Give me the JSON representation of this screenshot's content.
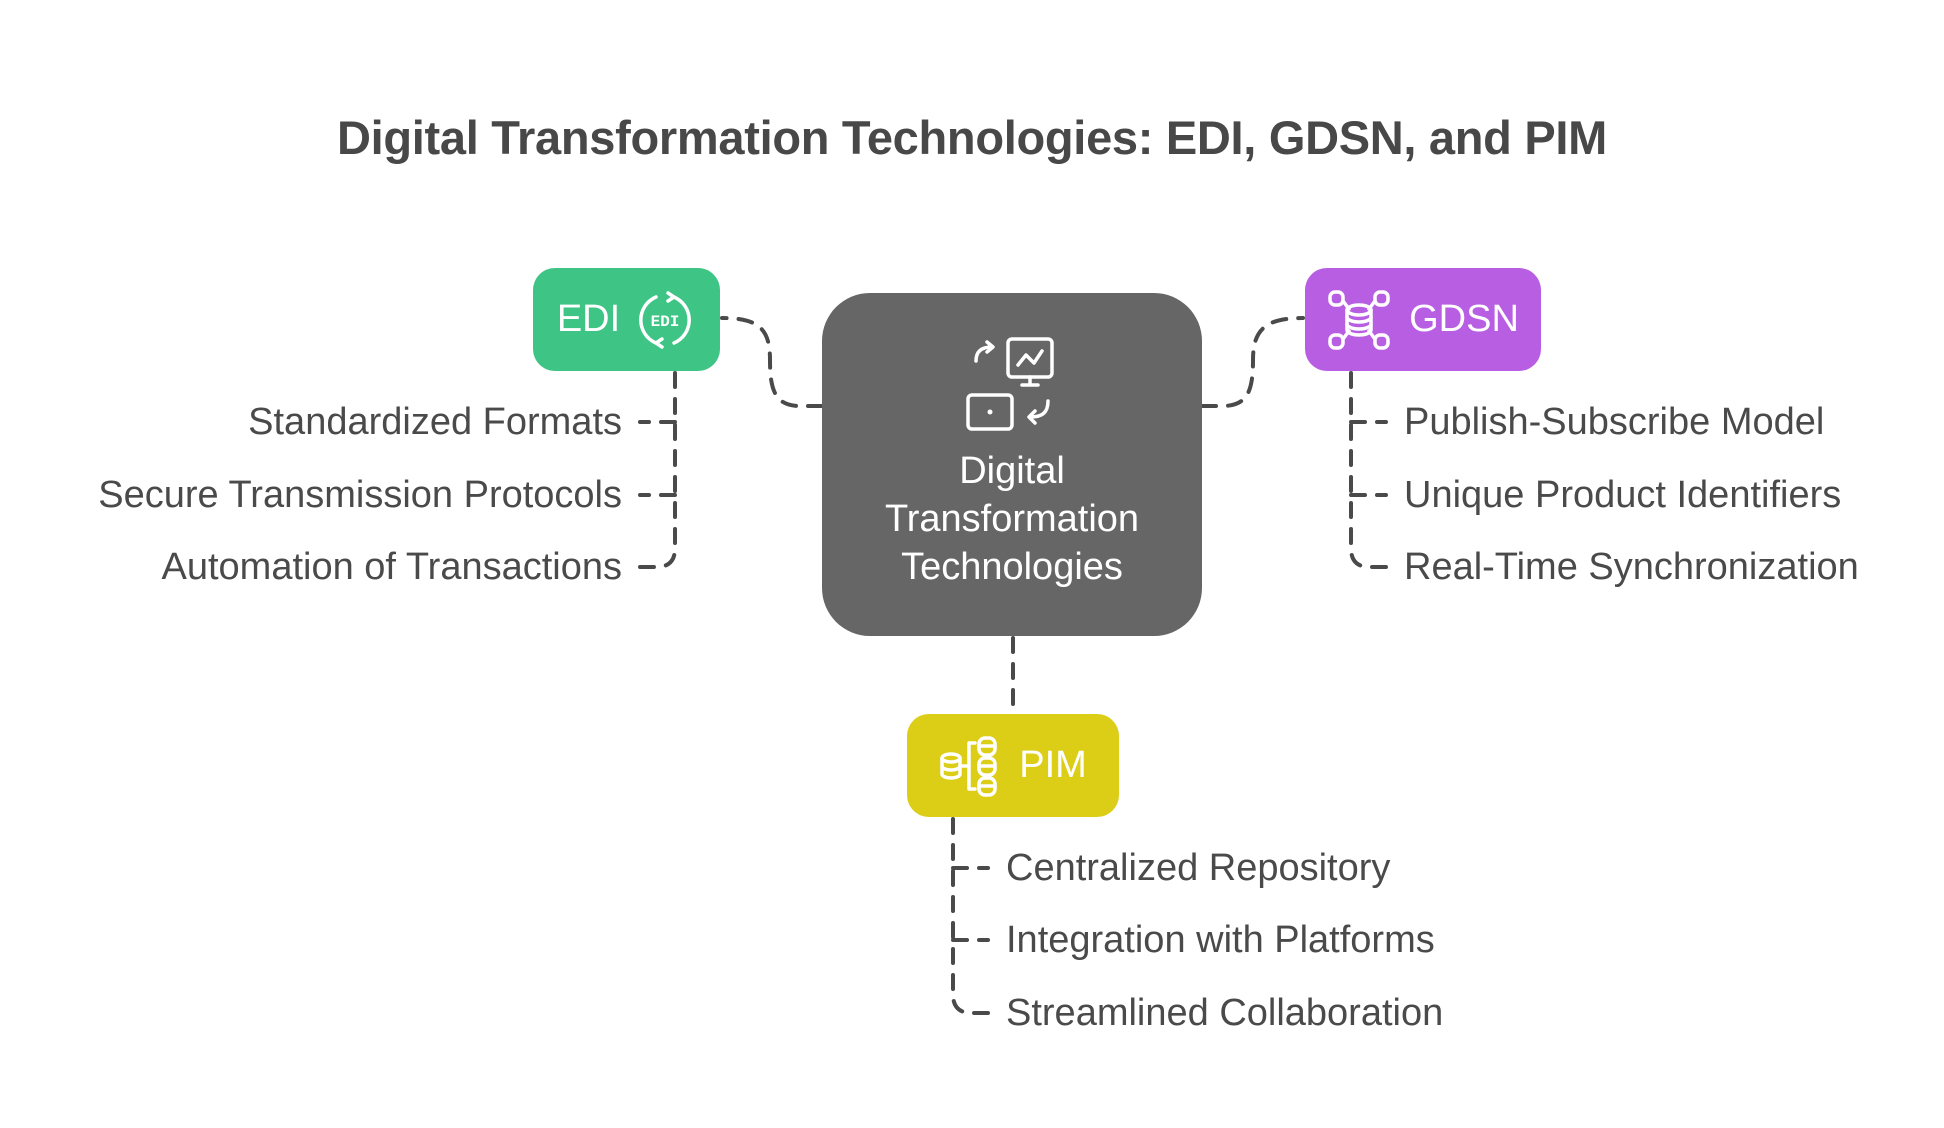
{
  "title": "Digital Transformation Technologies: EDI, GDSN, and PIM",
  "center": {
    "label_lines": [
      "Digital",
      "Transformation",
      "Technologies"
    ],
    "icon": "devices-exchange-icon",
    "color": "#666666"
  },
  "branches": [
    {
      "id": "edi",
      "label": "EDI",
      "icon": "edi-sync-icon",
      "color": "#3ec484",
      "items": [
        "Standardized Formats",
        "Secure Transmission Protocols",
        "Automation of Transactions"
      ]
    },
    {
      "id": "gdsn",
      "label": "GDSN",
      "icon": "database-network-icon",
      "color": "#b85ee3",
      "items": [
        "Publish-Subscribe Model",
        "Unique Product Identifiers",
        "Real-Time Synchronization"
      ]
    },
    {
      "id": "pim",
      "label": "PIM",
      "icon": "database-hierarchy-icon",
      "color": "#dccd17",
      "items": [
        "Centralized Repository",
        "Integration with Platforms",
        "Streamlined Collaboration"
      ]
    }
  ],
  "text_color": "#4a4a4a",
  "connector_color": "#4a4a4a"
}
